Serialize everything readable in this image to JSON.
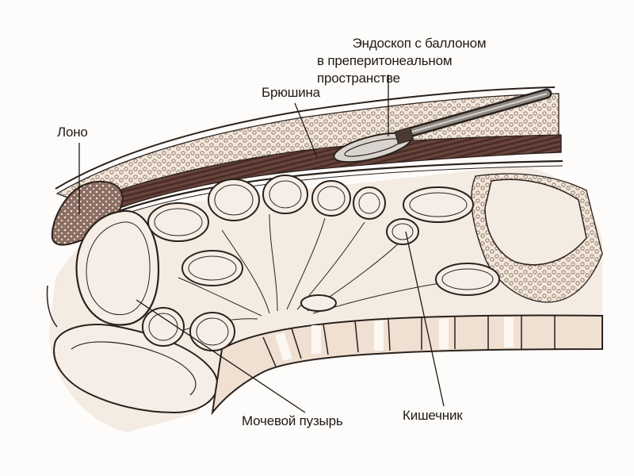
{
  "labels": {
    "endoscope_line1": "Эндоскоп с баллоном",
    "endoscope_line2": "в преперитонеальном пространстве",
    "peritoneum": "Брюшина",
    "pubis": "Лоно",
    "bladder": "Мочевой пузырь",
    "intestine": "Кишечник"
  },
  "colors": {
    "ink": "#2a211c",
    "tissue": "#f1e4d9",
    "tissue_light": "#f8f1ea",
    "muscle": "#5b3a33",
    "fat": "#efe2d3",
    "vertebra": "#e9d8c8"
  }
}
